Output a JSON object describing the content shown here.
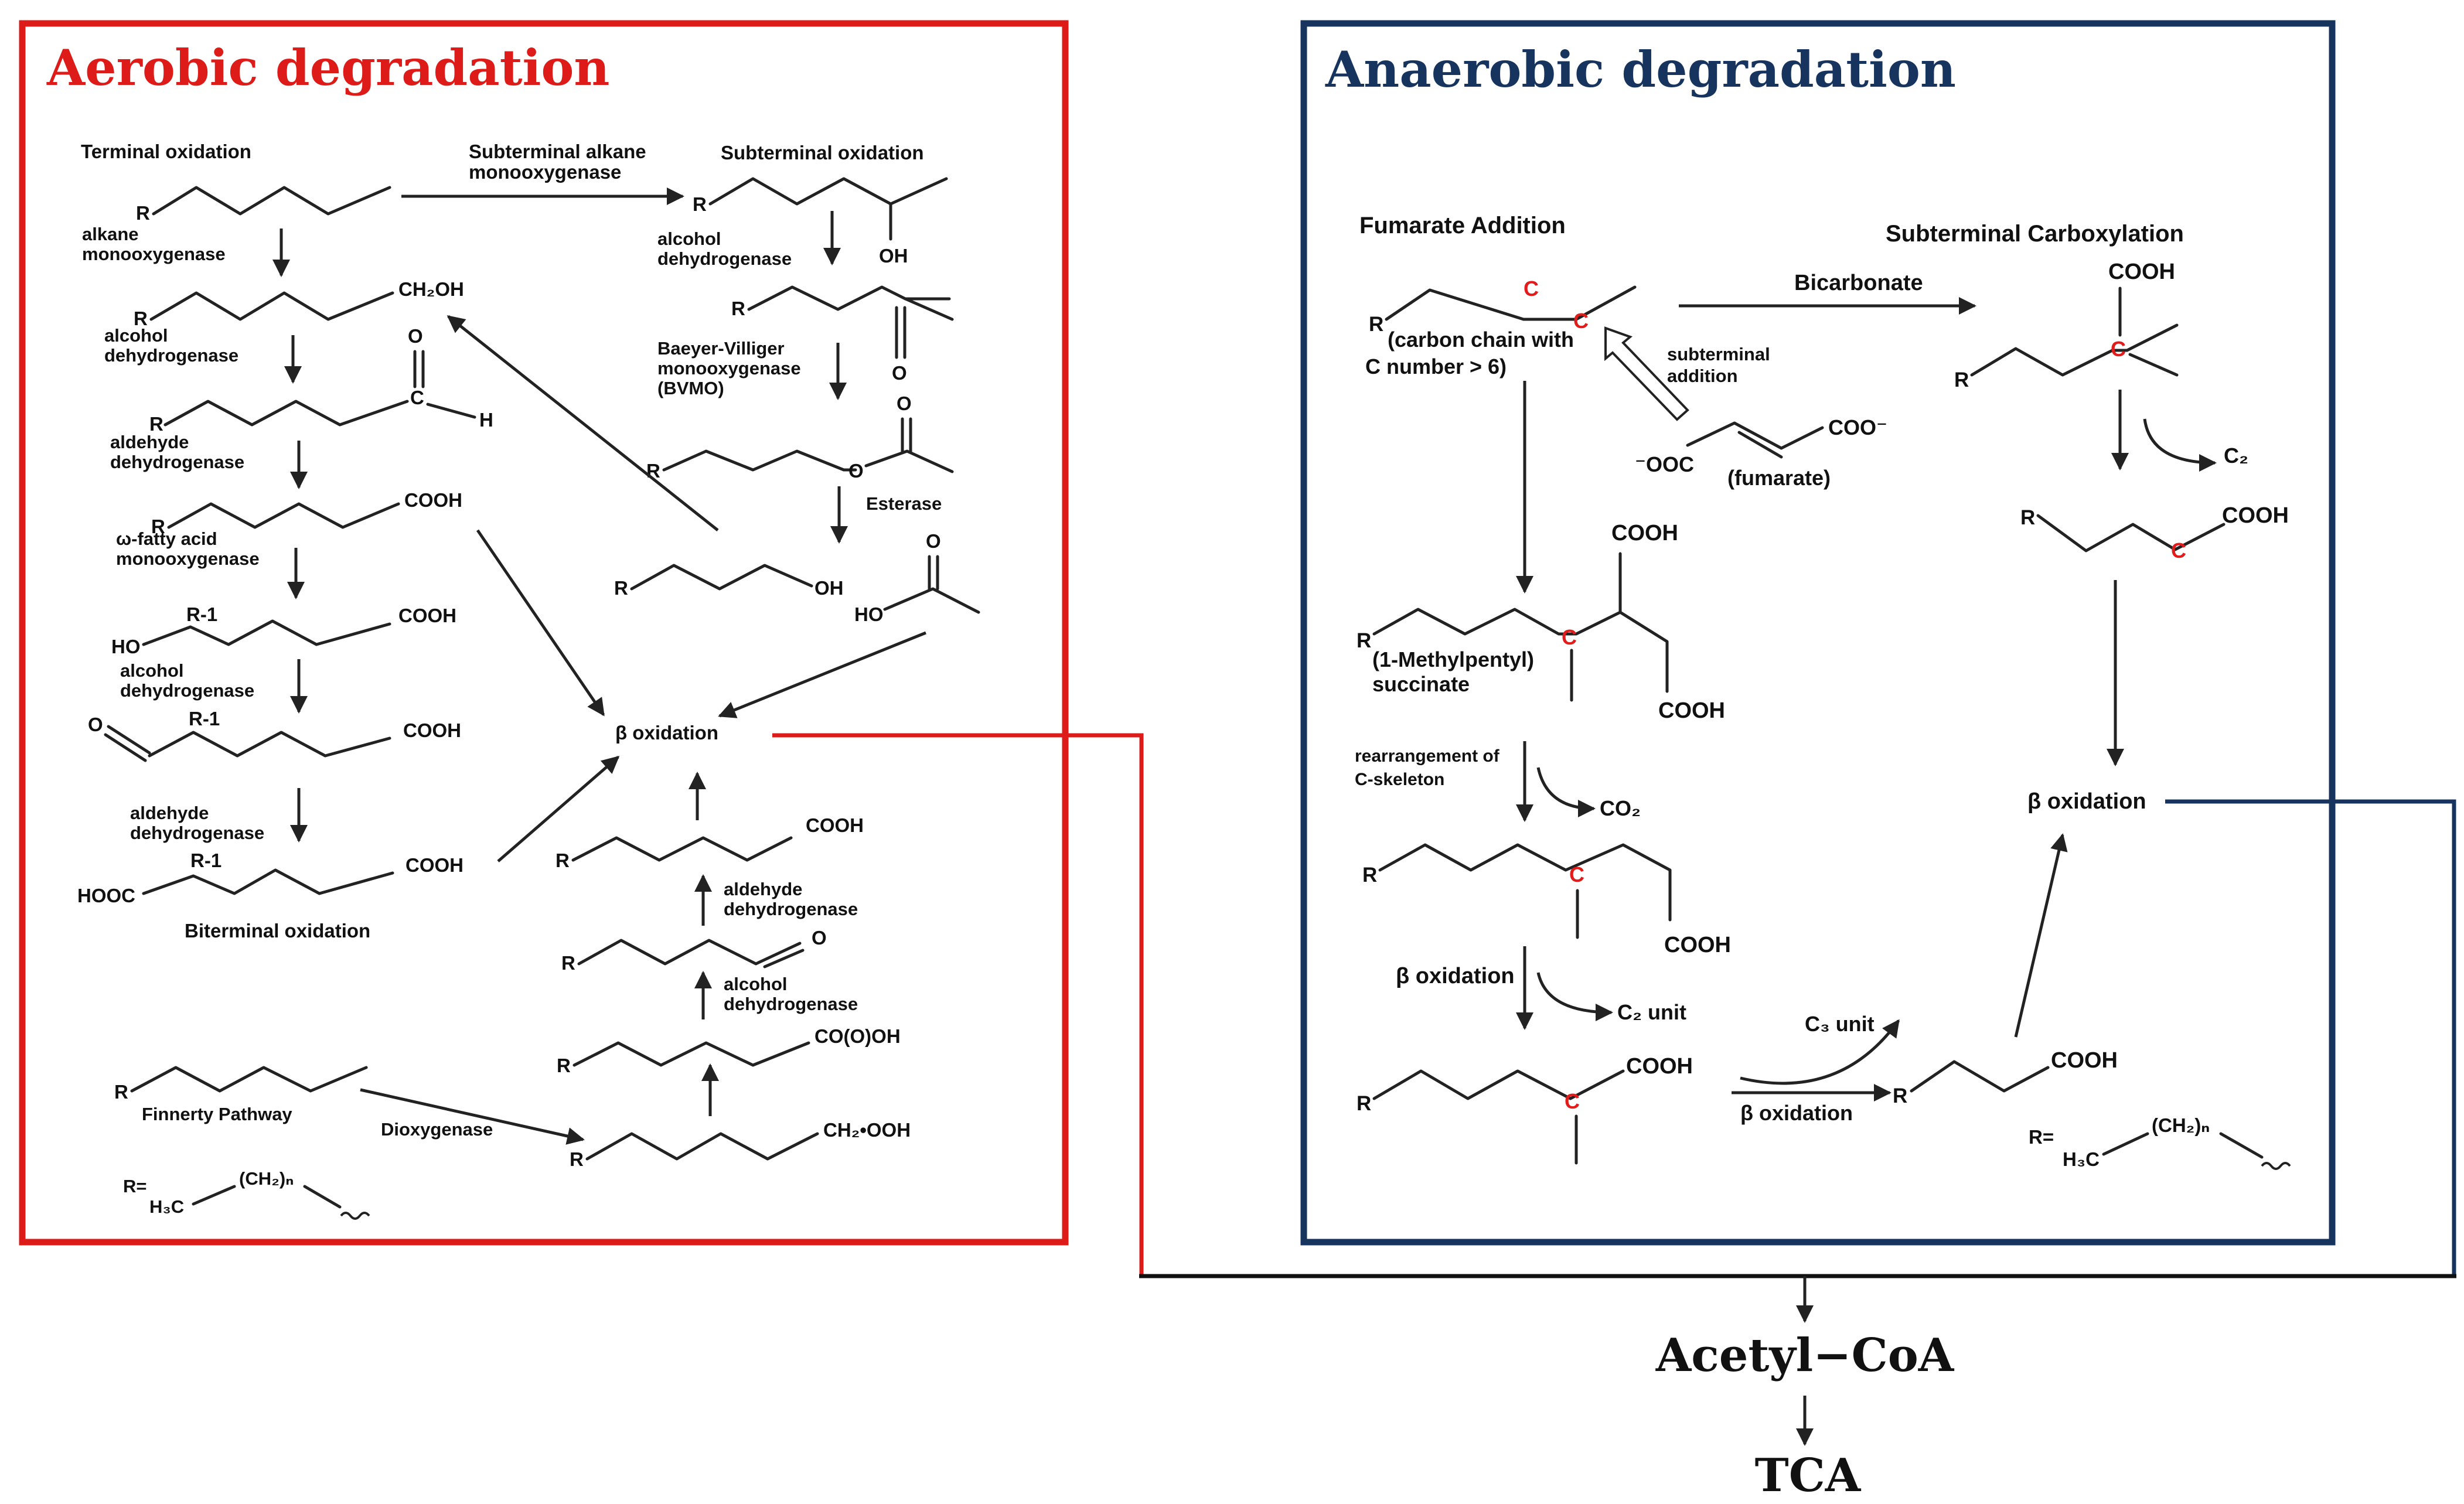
{
  "colors": {
    "aerobic": "#dd1c1a",
    "anaerobic": "#17345f",
    "highlight_carbon": "#e21b1b",
    "text": "#111111"
  },
  "aerobic": {
    "title": "Aerobic degradation",
    "terminal_oxidation": "Terminal oxidation",
    "subterminal_alkane_mo_1": "Subterminal alkane",
    "subterminal_alkane_mo_2": "monooxygenase",
    "subterminal_oxidation": "Subterminal oxidation",
    "alkane_mo_1": "alkane",
    "alkane_mo_2": "monooxygenase",
    "ch2oh": "CH₂OH",
    "alcohol_dh_1a": "alcohol",
    "alcohol_dh_1b": "dehydrogenase",
    "o_atom": "O",
    "h_atom": "H",
    "c_atom": "C",
    "aldehyde_dh_1a": "aldehyde",
    "aldehyde_dh_1b": "dehydrogenase",
    "cooh": "COOH",
    "omega_fatty_1": "ω-fatty acid",
    "omega_fatty_2": "monooxygenase",
    "r": "R",
    "r_minus_1": "R-1",
    "ho": "HO",
    "hooc": "HOOC",
    "oh": "OH",
    "alcohol_dh_2a": "alcohol",
    "alcohol_dh_2b": "dehydrogenase",
    "aldehyde_dh_2a": "aldehyde",
    "aldehyde_dh_2b": "dehydrogenase",
    "biterminal_oxidation": "Biterminal oxidation",
    "sub_alcohol_dh_a": "alcohol",
    "sub_alcohol_dh_b": "dehydrogenase",
    "bvmo_1": "Baeyer-Villiger",
    "bvmo_2": "monooxygenase",
    "bvmo_3": "(BVMO)",
    "esterase": "Esterase",
    "beta_oxidation": "β oxidation",
    "fin_aldehyde_dh_a": "aldehyde",
    "fin_aldehyde_dh_b": "dehydrogenase",
    "fin_alcohol_dh_a": "alcohol",
    "fin_alcohol_dh_b": "dehydrogenase",
    "co_o_oh": "CO(O)OH",
    "ch2_ooh": "CH₂•OOH",
    "finnerty_pathway": "Finnerty Pathway",
    "dioxygenase": "Dioxygenase",
    "r_def": "R=",
    "h3c": "H₃C",
    "ch2n": "(CH₂)ₙ"
  },
  "anaerobic": {
    "title": "Anaerobic degradation",
    "fumarate_addition": "Fumarate Addition",
    "subterminal_carboxylation": "Subterminal Carboxylation",
    "bicarbonate": "Bicarbonate",
    "r": "R",
    "c_atom": "C",
    "carbon_chain_1": "(carbon chain with",
    "carbon_chain_2": "C number > 6)",
    "subterminal_addition_1": "subterminal",
    "subterminal_addition_2": "addition",
    "coo_minus": "COO⁻",
    "ooc_minus": "⁻OOC",
    "fumarate": "(fumarate)",
    "cooh": "COOH",
    "c2": "C₂",
    "methylpentyl_1": "(1-Methylpentyl)",
    "methylpentyl_2": "succinate",
    "rearrangement_1": "rearrangement of",
    "rearrangement_2": "C-skeleton",
    "co2": "CO₂",
    "beta_oxidation": "β oxidation",
    "c2_unit": "C₂ unit",
    "c3_unit": "C₃ unit",
    "r_def": "R=",
    "h3c": "H₃C",
    "ch2n": "(CH₂)ₙ"
  },
  "outputs": {
    "acetyl_coa": "Acetyl−CoA",
    "tca": "TCA"
  }
}
